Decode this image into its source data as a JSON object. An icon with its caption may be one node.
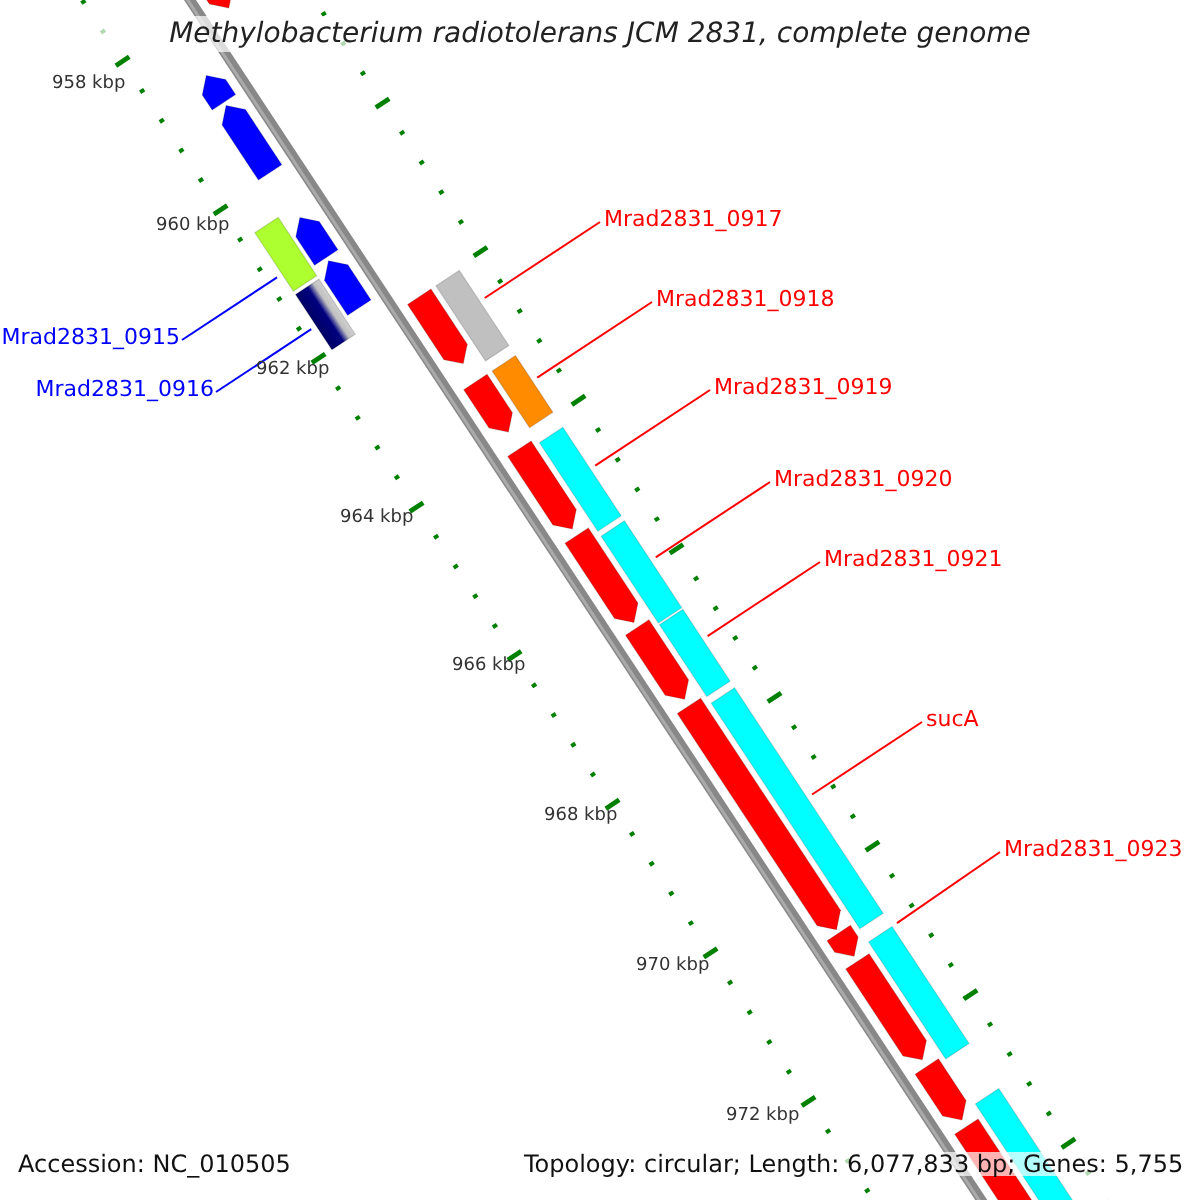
{
  "diagram": {
    "title": "Methylobacterium radiotolerans JCM 2831, complete genome",
    "nodes": [
      {
        "text": [
          "Mrad2831_0917"
        ]
      },
      {
        "text": [
          "Mrad2831_0918"
        ]
      },
      {
        "text": [
          "Mrad2831_0915"
        ]
      },
      {
        "text": [
          "Mrad2831_0919"
        ]
      },
      {
        "text": [
          "Mrad2831_0916"
        ]
      },
      {
        "text": [
          "Mrad2831_0920"
        ]
      },
      {
        "text": [
          "Mrad2831_0921"
        ]
      },
      {
        "text": [
          "sucA"
        ]
      },
      {
        "text": [
          "Mrad2831_0923"
        ]
      },
      {
        "text": [],
        "shape": "bar"
      },
      {
        "text": [],
        "shape": "bar"
      },
      {
        "text": [],
        "shape": "bar"
      },
      {
        "text": [],
        "shape": "bar"
      },
      {
        "text": [],
        "shape": "bar"
      },
      {
        "text": [],
        "shape": "bar"
      },
      {
        "text": [],
        "shape": "bar"
      },
      {
        "text": [],
        "shape": "bar"
      },
      {
        "text": [],
        "shape": "bar"
      },
      {
        "text": [],
        "shape": "arrow"
      }
    ],
    "edges": [
      {
        "from": 0,
        "to": 9,
        "arrow": "none"
      },
      {
        "from": 1,
        "to": 10,
        "arrow": "none"
      },
      {
        "from": 2,
        "to": 11,
        "arrow": "none",
        "color": "#0000ff"
      },
      {
        "from": 3,
        "to": 12,
        "arrow": "none"
      },
      {
        "from": 4,
        "to": 13,
        "arrow": "none",
        "color": "#0000ff"
      },
      {
        "from": 5,
        "to": 14,
        "arrow": "none"
      },
      {
        "from": 6,
        "to": 15,
        "arrow": "none"
      },
      {
        "from": 7,
        "to": 16,
        "arrow": "none"
      },
      {
        "from": 8,
        "to": 17,
        "arrow": "none"
      }
    ],
    "labels": [
      "958 kbp",
      "960 kbp",
      "962 kbp",
      "964 kbp",
      "966 kbp",
      "968 kbp",
      "970 kbp",
      "972 kbp",
      "Accession: NC_010505",
      "Topology: circular; Length: 6,077,833 bp; Genes: 5,755"
    ]
  }
}
